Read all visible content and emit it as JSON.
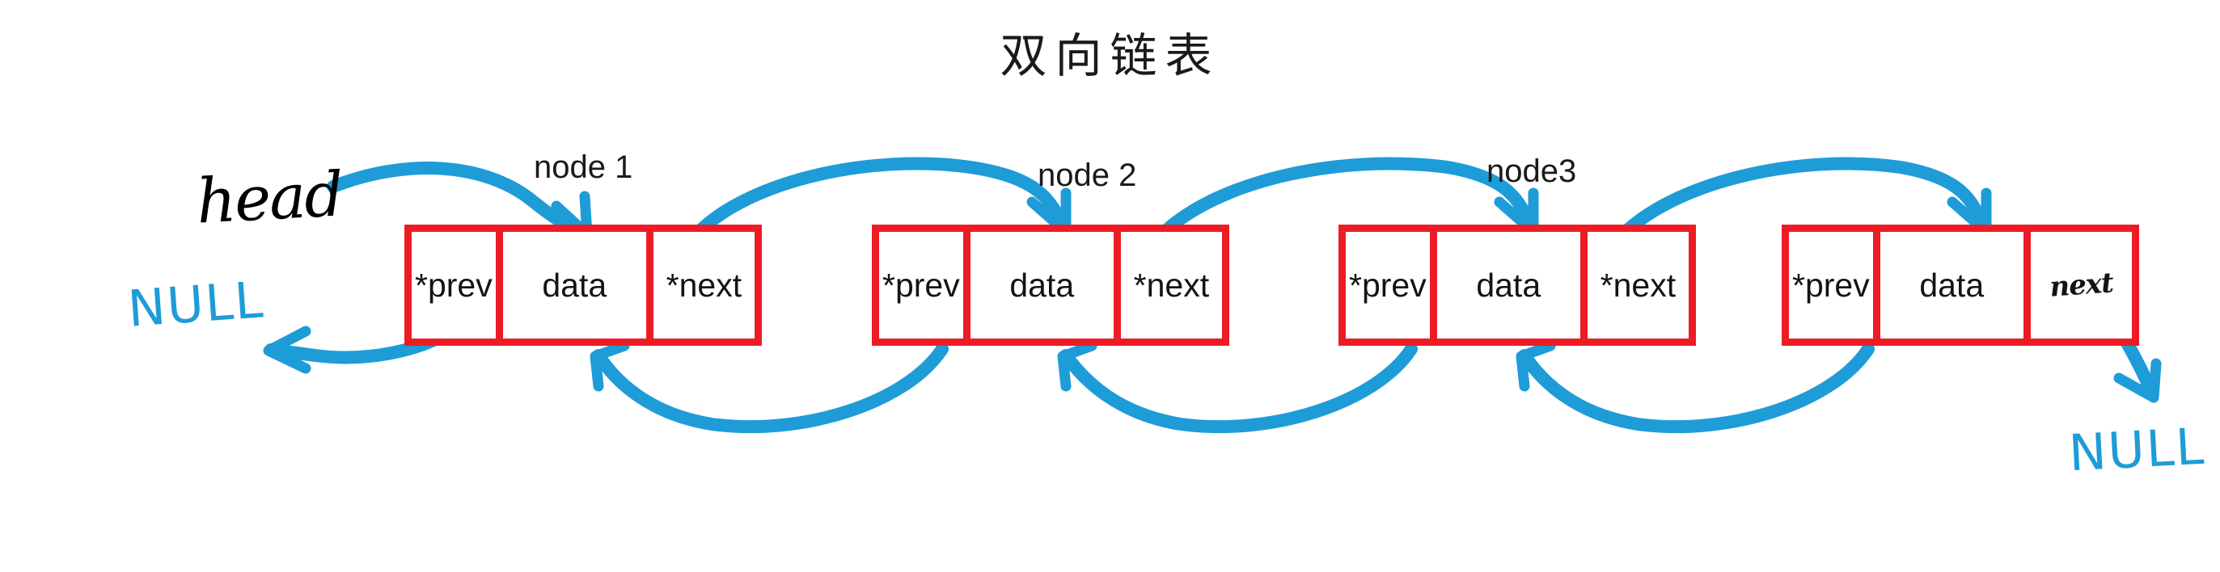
{
  "diagram": {
    "title": "双向链表",
    "title_meaning": "Doubly Linked List",
    "accent_colors": {
      "box_red": "#ed1c24",
      "arrow_blue": "#1e9cd7",
      "text_black": "#141414",
      "background": "#ffffff"
    },
    "annotations": {
      "head": "head",
      "null_left": "NULL",
      "null_right": "NULL"
    },
    "cell_labels": {
      "prev": "*prev",
      "data": "data",
      "next": "*next",
      "next_handwritten": "next"
    },
    "nodes": [
      {
        "label": "node 1",
        "prev": "*prev",
        "data": "data",
        "next": "*next",
        "next_style": "typed"
      },
      {
        "label": "node 2",
        "prev": "*prev",
        "data": "data",
        "next": "*next",
        "next_style": "typed"
      },
      {
        "label": "node3",
        "prev": "*prev",
        "data": "data",
        "next": "*next",
        "next_style": "typed"
      },
      {
        "label": "",
        "prev": "*prev",
        "data": "data",
        "next": "next",
        "next_style": "handwritten"
      }
    ]
  }
}
